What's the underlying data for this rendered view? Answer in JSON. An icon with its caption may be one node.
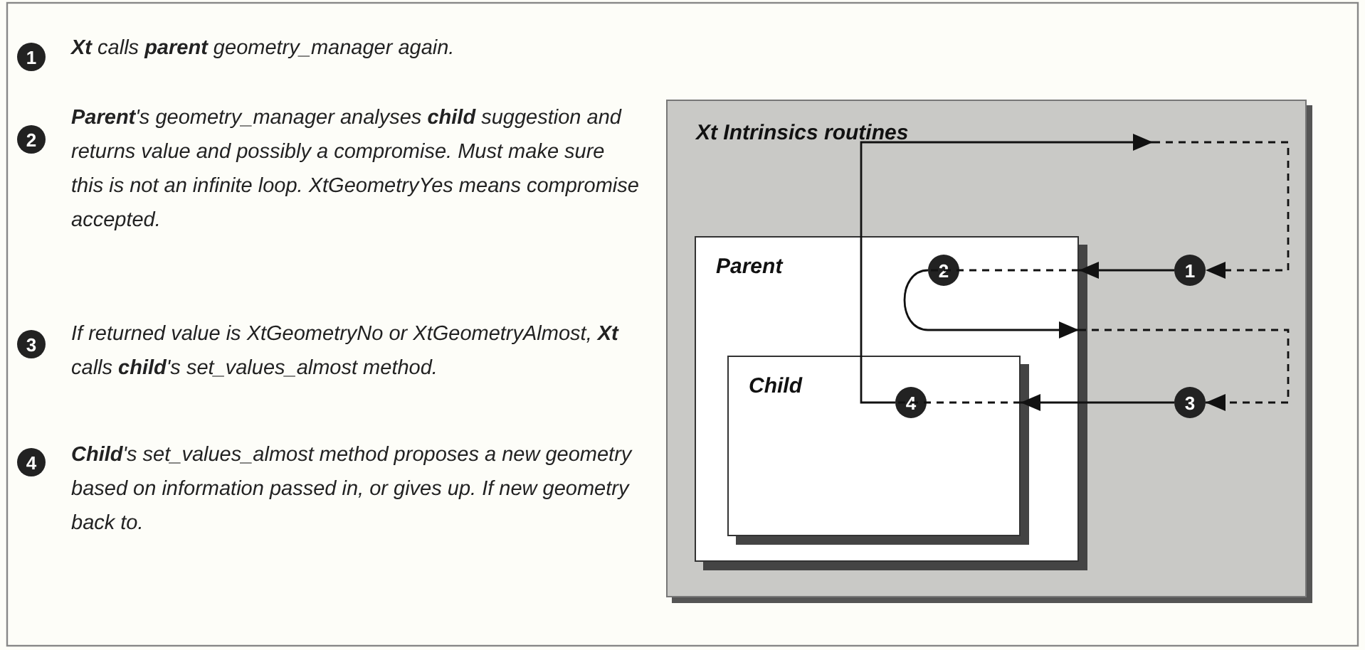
{
  "diagram": {
    "nodes": [
      {
        "text": [
          "1"
        ],
        "beside": [
          "**Xt** calls **parent** geometry_manager again."
        ]
      },
      {
        "text": [
          "2"
        ],
        "beside": [
          "**Parent**'s geometry_manager analyses **child** suggestion and returns value and possibly a compromise.  Must make sure this is not an infinite loop. XtGeometryYes means compromise accepted."
        ]
      },
      {
        "text": [
          "3"
        ],
        "beside": [
          "If returned value is XtGeometryNo or XtGeometryAlmost, **Xt** calls **child**'s set_values_almost method."
        ]
      },
      {
        "text": [
          "4"
        ],
        "beside": [
          "**Child**'s set_values_almost method proposes a new geometry  based on information passed in, or gives up. If new geometry back to."
        ]
      },
      {
        "text": [
          "Xt Intrinsics routines"
        ]
      },
      {
        "text": [
          "Parent"
        ],
        "in": 4
      },
      {
        "text": [
          "2"
        ],
        "in": 5
      },
      {
        "text": [
          "1"
        ],
        "in": 4
      },
      {
        "text": [
          "Child"
        ],
        "in": 5
      },
      {
        "text": [
          "4"
        ],
        "in": 8
      },
      {
        "text": [
          "3"
        ],
        "in": 4
      }
    ],
    "edges": [
      {
        "from": 9,
        "to": null,
        "arrow": "to"
      },
      {
        "from": null,
        "to": 7,
        "arrow": "to",
        "style": "dashed"
      },
      {
        "from": 7,
        "to": 5,
        "arrow": "to"
      },
      {
        "from": 5,
        "to": 6,
        "arrow": "none",
        "style": "dashed"
      },
      {
        "from": 6,
        "to": 5,
        "arrow": "to"
      },
      {
        "from": 5,
        "to": 10,
        "arrow": "to",
        "style": "dashed"
      },
      {
        "from": 10,
        "to": 8,
        "arrow": "to"
      },
      {
        "from": 8,
        "to": 9,
        "arrow": "none",
        "style": "dashed"
      }
    ]
  }
}
